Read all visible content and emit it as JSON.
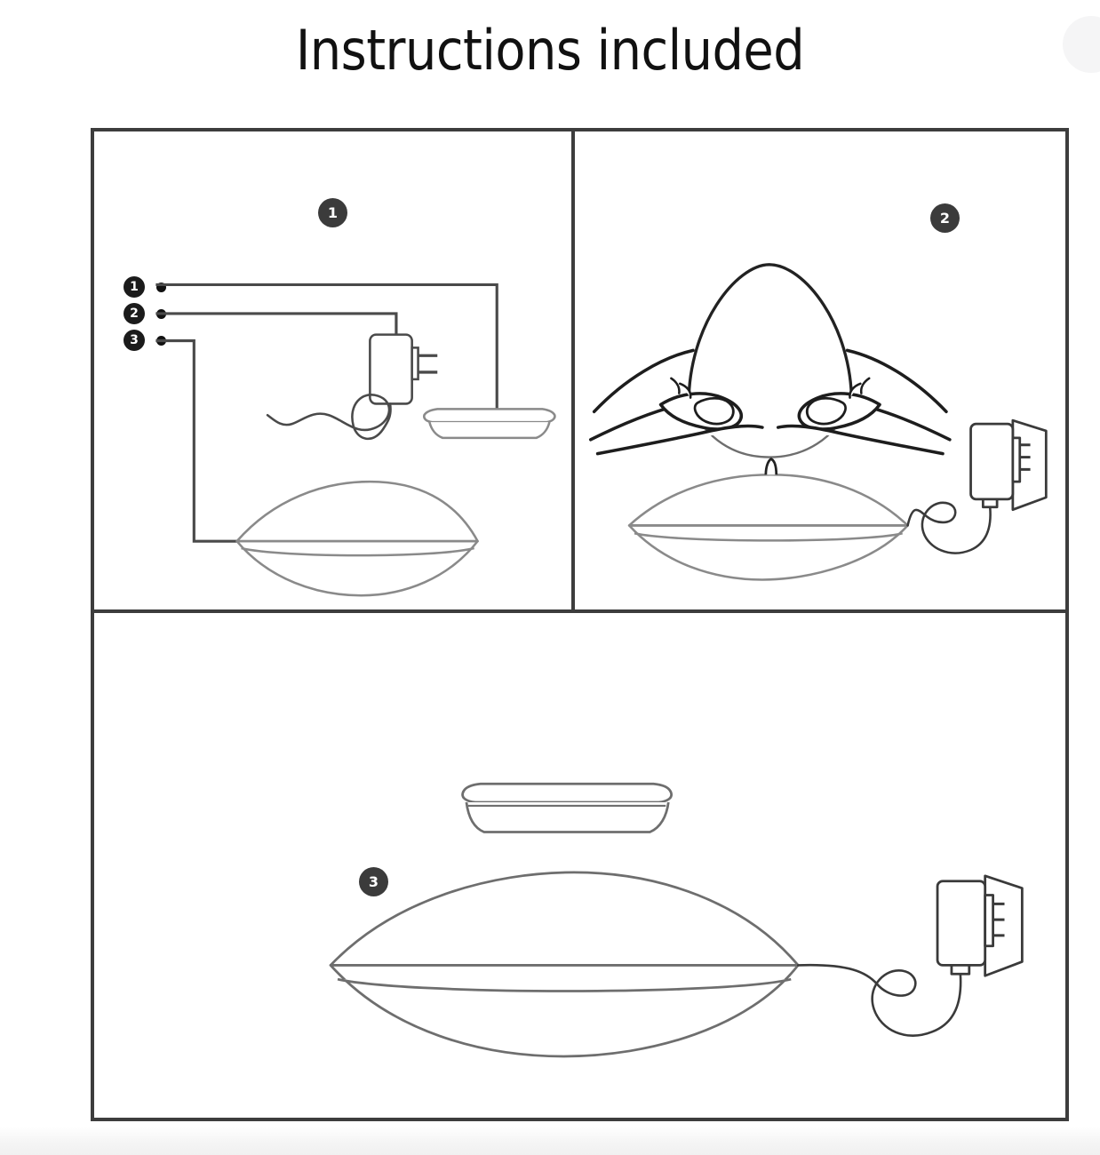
{
  "title": "Instructions included",
  "panels": [
    {
      "id": "panel-1",
      "step_label": "1",
      "name": "parts-overview-panel",
      "legend": [
        {
          "number": "1",
          "target": "lid-dish"
        },
        {
          "number": "2",
          "target": "power-adapter"
        },
        {
          "number": "3",
          "target": "base-unit"
        }
      ],
      "parts": [
        {
          "name": "power-adapter",
          "label": "power-adapter-with-cord"
        },
        {
          "name": "lid-dish",
          "label": "shallow-dish-lid"
        },
        {
          "name": "base-unit",
          "label": "lens-shaped-base-unit"
        }
      ]
    },
    {
      "id": "panel-2",
      "step_label": "2",
      "name": "hands-lifting-dome-panel",
      "parts": [
        {
          "name": "dome-cover",
          "label": "dome-cover"
        },
        {
          "name": "left-hand",
          "label": "left-hand"
        },
        {
          "name": "right-hand",
          "label": "right-hand"
        },
        {
          "name": "base-unit",
          "label": "lens-shaped-base-unit"
        },
        {
          "name": "power-adapter",
          "label": "power-adapter-plugged-in"
        },
        {
          "name": "wall-outlet",
          "label": "wall-outlet"
        }
      ]
    },
    {
      "id": "panel-3",
      "step_label": "3",
      "name": "assembled-unit-panel",
      "parts": [
        {
          "name": "lid-dish",
          "label": "shallow-dish-lid"
        },
        {
          "name": "base-unit",
          "label": "lens-shaped-base-unit"
        },
        {
          "name": "power-adapter",
          "label": "power-adapter-plugged-in"
        },
        {
          "name": "wall-outlet",
          "label": "wall-outlet"
        }
      ]
    }
  ],
  "colors": {
    "panel_border": "#3d3d3d",
    "badge_fill": "#3b3b3b",
    "legend_badge_fill": "#1b1b1b",
    "line_dark": "#4a4a4a",
    "line_light": "#8a8a8a",
    "ink": "#111111",
    "background": "#ffffff"
  }
}
